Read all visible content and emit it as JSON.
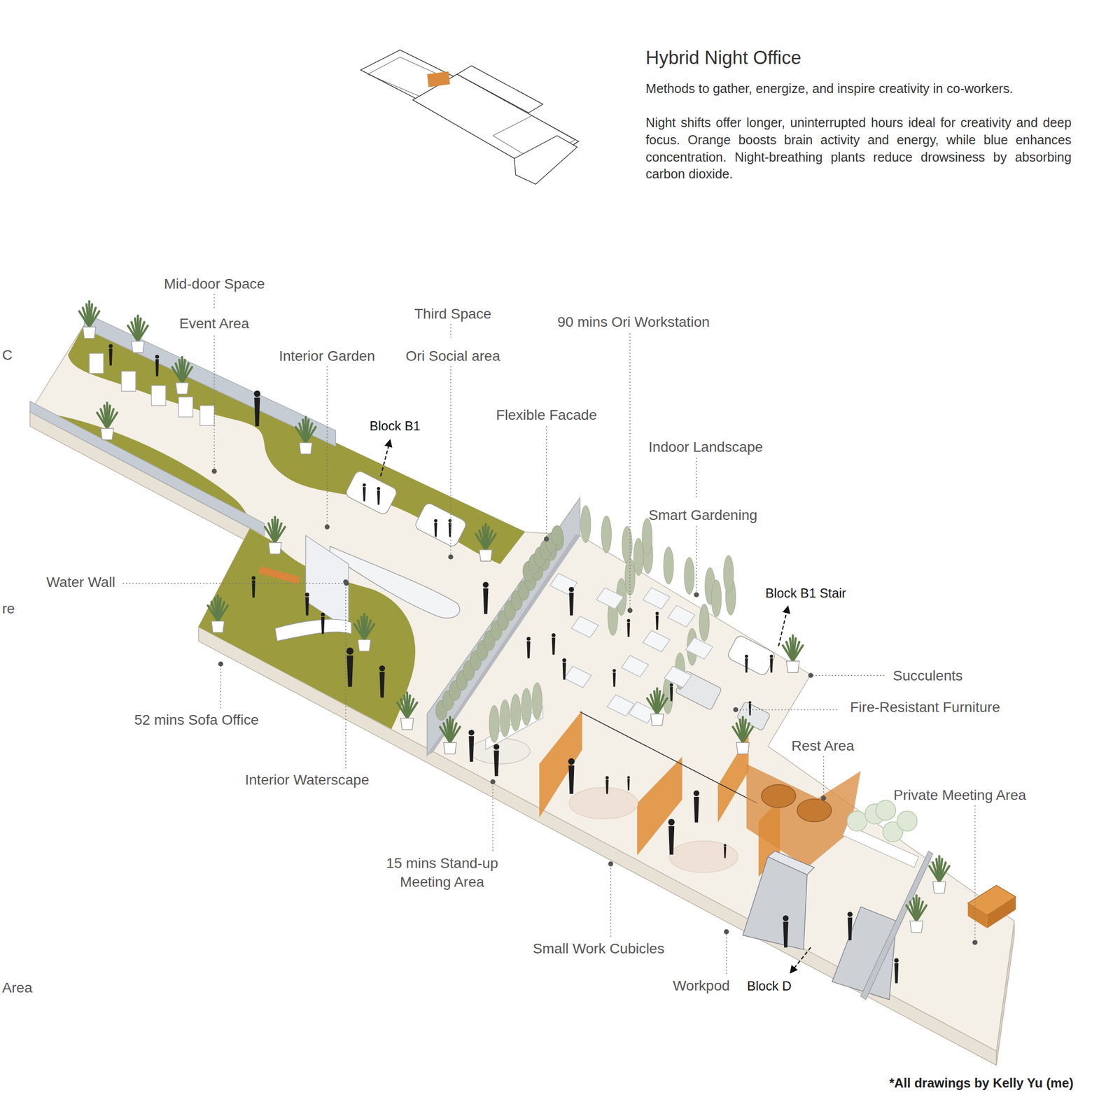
{
  "diagram": {
    "title": "Hybrid Night Office",
    "labels": [
      "Methods to gather, energize, and inspire creativity in co-workers.",
      "Night shifts offer longer, uninterrupted hours ideal for creativity and deep focus. Orange boosts brain activity and energy, while blue enhances concentration. Night-breathing plants reduce drowsiness by absorbing carbon dioxide.",
      "Mid-door Space",
      "Third Space",
      "90 mins Ori Workstation",
      "Event Area",
      "Interior Garden",
      "Ori Social area",
      "C",
      "Flexible Facade",
      "Block B1",
      "Indoor Landscape",
      "Smart Gardening",
      "Water Wall",
      "Block B1 Stair",
      "re",
      "Succulents",
      "Fire-Resistant Furniture",
      "52 mins Sofa Office",
      "Rest Area",
      "Interior Waterscape",
      "Private Meeting Area",
      "15 mins Stand-up Meeting Area",
      "Small Work Cubicles",
      "Workpod",
      "Block D",
      "Area",
      "*All drawings by Kelly Yu (me)"
    ]
  }
}
